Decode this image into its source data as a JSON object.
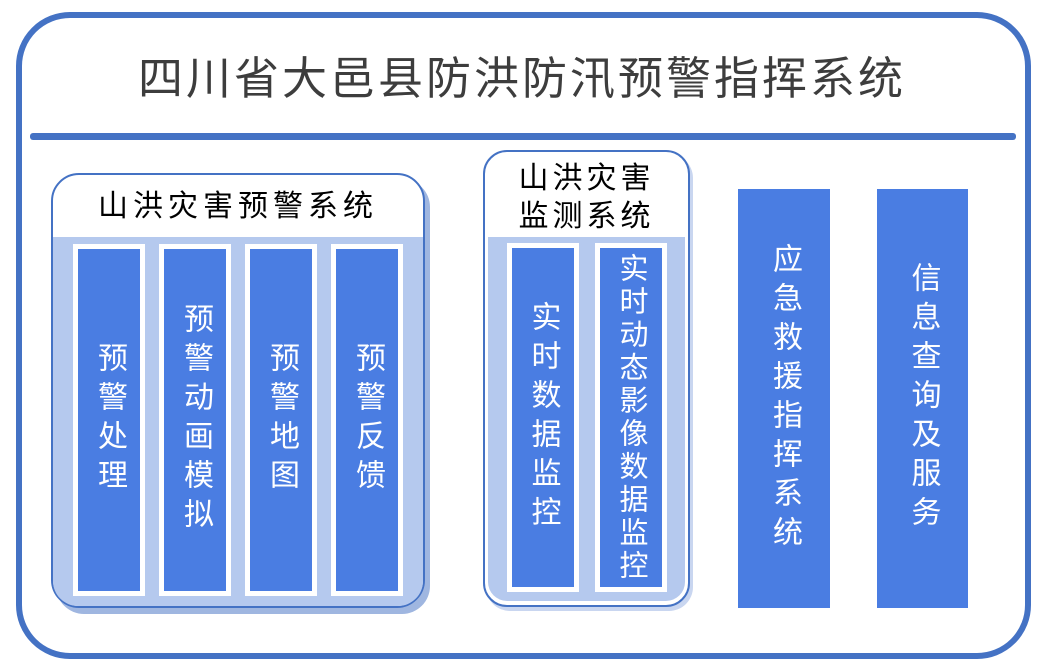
{
  "header": {
    "title": "四川省大邑县防洪防汛预警指挥系统"
  },
  "groups": [
    {
      "title": "山洪灾害预警系统",
      "bars": [
        "预警处理",
        "预警动画模拟",
        "预警地图",
        "预警反馈"
      ]
    },
    {
      "title_lines": [
        "山洪灾害",
        "监测系统"
      ],
      "bars": [
        "实时数据监控",
        "实时动态影像数据监控"
      ]
    }
  ],
  "standalone_bars": [
    "应急救援指挥系统",
    "信息查询及服务"
  ],
  "colors": {
    "frame_border": "#4472c4",
    "divider": "#4472c4",
    "bar_fill": "#4a7de2",
    "panel_fill": "#b5c9ee",
    "panel_shadow": "#9fb6e0",
    "bar_text": "#ffffff",
    "main_title_text": "#3d3d3d",
    "group_title_text": "#000000"
  }
}
